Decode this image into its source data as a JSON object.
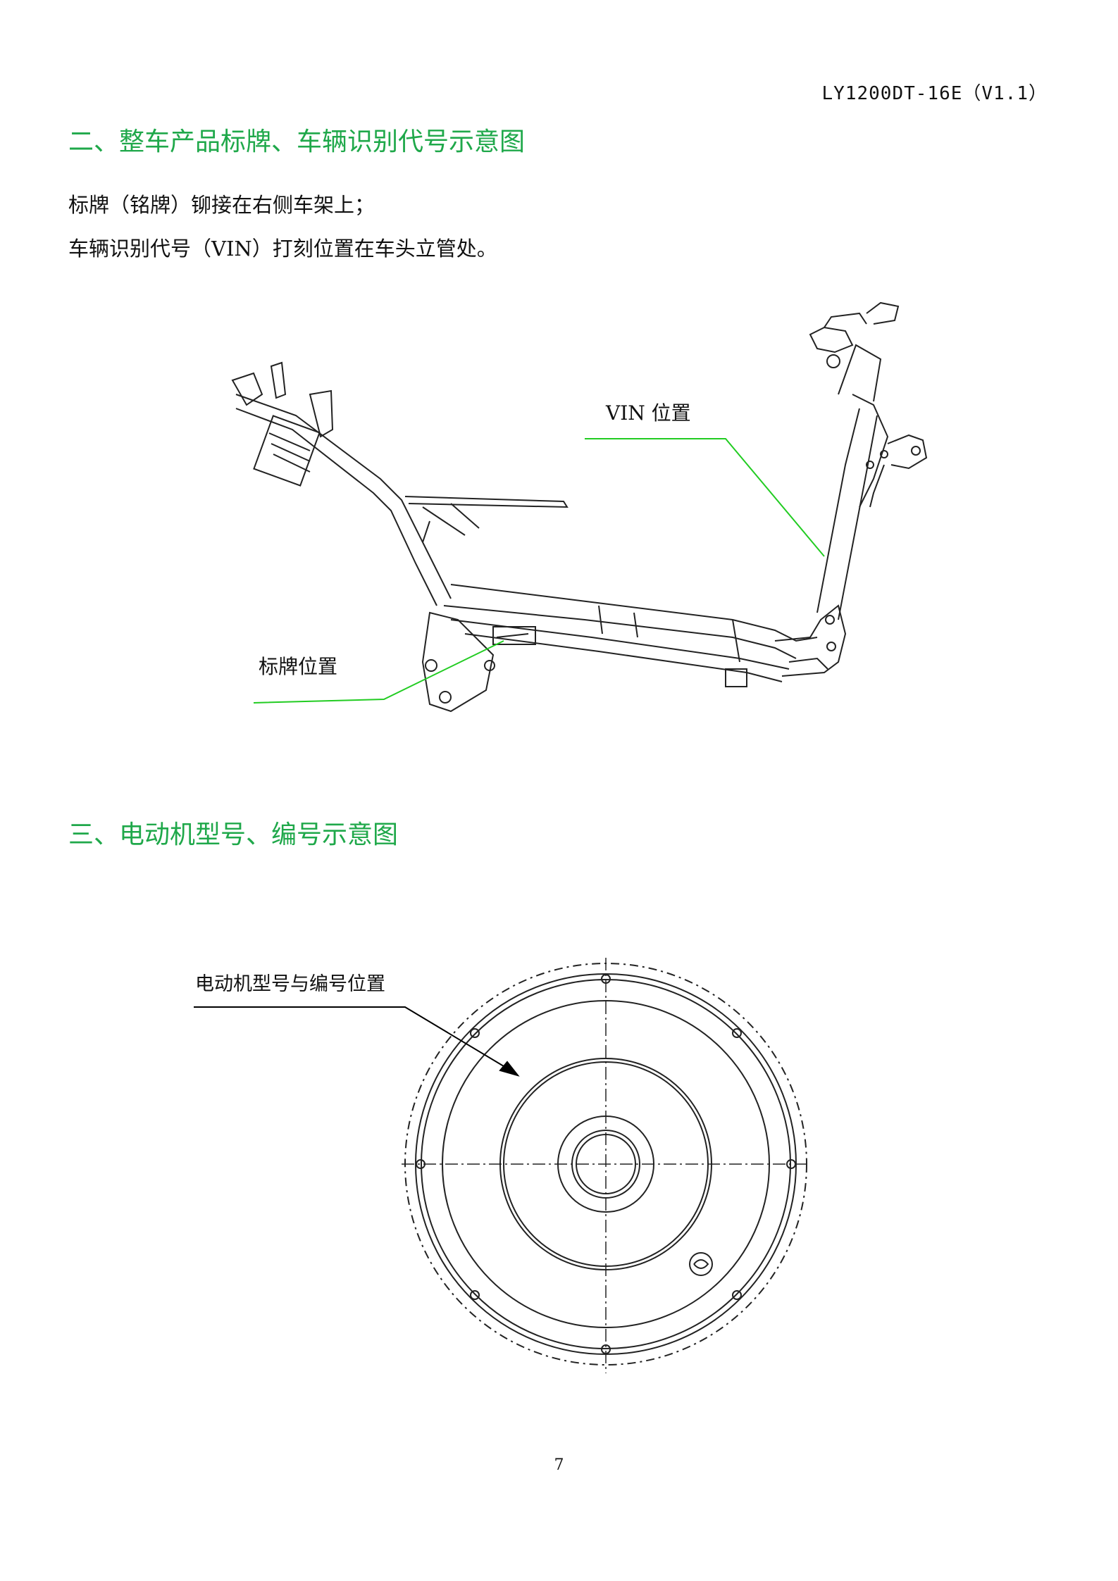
{
  "header": {
    "doc_code": "LY1200DT-16E（V1.1）"
  },
  "section2": {
    "heading": "二、整车产品标牌、车辆识别代号示意图",
    "line1": "标牌（铭牌）铆接在右侧车架上；",
    "line2": "车辆识别代号（VIN）打刻位置在车头立管处。",
    "vin_label": "VIN 位置",
    "plate_label": "标牌位置"
  },
  "section3": {
    "heading": "三、电动机型号、编号示意图",
    "motor_label": "电动机型号与编号位置"
  },
  "footer": {
    "page_number": "7"
  },
  "colors": {
    "heading": "#1fa84a",
    "leader_line": "#22cc22",
    "drawing": "#222222"
  }
}
